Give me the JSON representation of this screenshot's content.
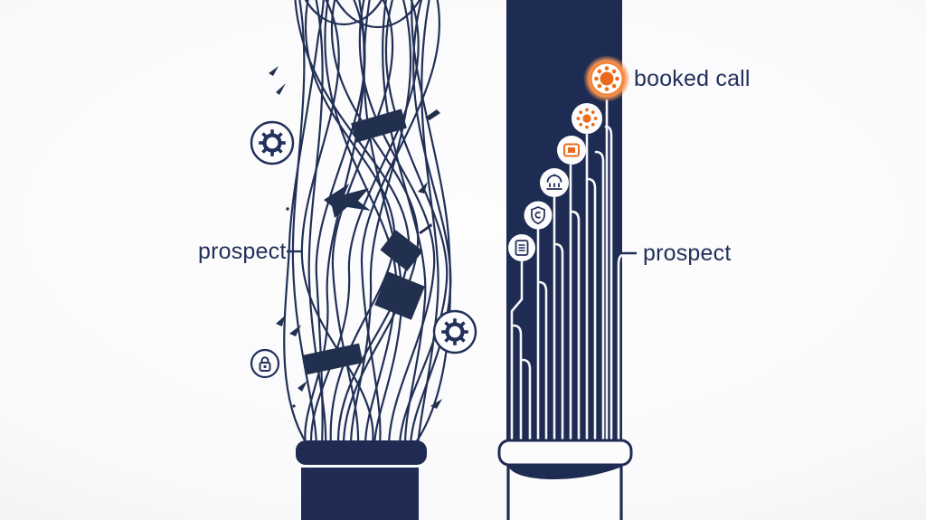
{
  "labels": {
    "left_prospect": "prospect",
    "right_prospect": "prospect",
    "booked_call": "booked call"
  },
  "colors": {
    "navy": "#1f2b52",
    "orange": "#ec6d1d",
    "background": "#f7f8fa"
  },
  "left_panel": {
    "label": "prospect",
    "icons": [
      "gear-icon",
      "gear-icon",
      "lock-icon"
    ]
  },
  "right_panel": {
    "label": "prospect",
    "result_label": "booked call",
    "icons": [
      "document-icon",
      "copyright-shield-icon",
      "bank-icon",
      "screen-icon",
      "sun-icon",
      "booked-call-icon"
    ]
  }
}
